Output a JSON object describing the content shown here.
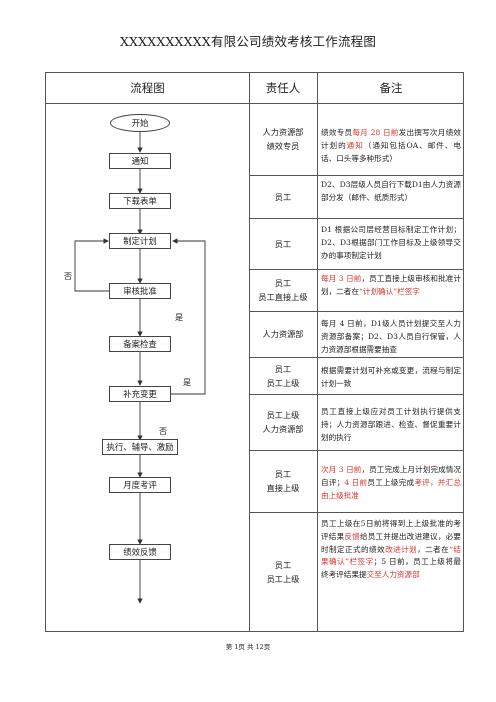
{
  "title": "XXXXXXXXXX有限公司绩效考核工作流程图",
  "headers": {
    "flow": "流程图",
    "responsible": "责任人",
    "notes": "备注"
  },
  "flow": {
    "start": "开始",
    "notify": "通知",
    "download": "下载表单",
    "plan": "制定计划",
    "review": "审核批准",
    "archive": "备案检查",
    "supplement": "补充变更",
    "execute": "执行、辅导、激励",
    "monthly": "月度考评",
    "feedback": "绩效反馈",
    "label_no_1": "否",
    "label_yes_1": "是",
    "label_yes_2": "是",
    "label_no_2": "否"
  },
  "rows": [
    {
      "responsible": "人力资源部\n绩效专员",
      "note": [
        {
          "t": "绩效专员"
        },
        {
          "t": "每月 28 日前",
          "red": true
        },
        {
          "t": "发出撰写次月绩效计划的"
        },
        {
          "t": "通知",
          "red": true
        },
        {
          "t": "（通知包括OA、邮件、电话、口头等多种形式）"
        }
      ]
    },
    {
      "responsible": "员工",
      "note": [
        {
          "t": "D2、D3层级人员自行下载D1由人力资源部分发（邮件、纸质形式）"
        }
      ]
    },
    {
      "responsible": "员工",
      "note": [
        {
          "t": "D1 根据公司层经营目标制定工作计划；D2、D3根据部门工作目标及上级领导交办的事项制定计划"
        }
      ]
    },
    {
      "responsible": "员工\n员工直接上级",
      "note": [
        {
          "t": "每月 3 日前",
          "red": true
        },
        {
          "t": "，员工直接上级审核和批准计划，二者在"
        },
        {
          "t": "“计划确认”栏签字",
          "red": true
        }
      ]
    },
    {
      "responsible": "人力资源部",
      "note": [
        {
          "t": "每月 4 日前，D1级人员计划提交至人力资源部备案；D2、D3人员自行保管，人力资源部根据需要抽查"
        }
      ]
    },
    {
      "responsible": "员工\n员工上级",
      "note": [
        {
          "t": "根据需要计划可补充或变更，流程与制定计划一致"
        }
      ]
    },
    {
      "responsible": "员工上级\n人力资源部",
      "note": [
        {
          "t": "员工直接上级应对员工计划执行提供支持；人力资源部跟进、检查、督促重要计划的执行"
        }
      ]
    },
    {
      "responsible": "员工\n直接上级",
      "note": [
        {
          "t": "次月 3 日前",
          "red": true
        },
        {
          "t": "，员工完成上月计划完成情况自评；"
        },
        {
          "t": "4 日前",
          "red": true
        },
        {
          "t": "员工上级完成"
        },
        {
          "t": "考评，并汇总由上级批准",
          "red": true
        }
      ]
    },
    {
      "responsible": "员工\n员工上级",
      "note": [
        {
          "t": "员工上级在5日前将得到上上级批准的考评结果"
        },
        {
          "t": "反馈",
          "red": true
        },
        {
          "t": "给员工并提出改进建议，必要时制定正式的绩效"
        },
        {
          "t": "改进计划",
          "red": true
        },
        {
          "t": "，二者在"
        },
        {
          "t": "“结果确认”栏签字",
          "red": true
        },
        {
          "t": "；5 日前，员工上级将最终考评结果提"
        },
        {
          "t": "交至人力资源部",
          "red": true
        }
      ]
    }
  ],
  "footer": "第 1页 共 12页"
}
